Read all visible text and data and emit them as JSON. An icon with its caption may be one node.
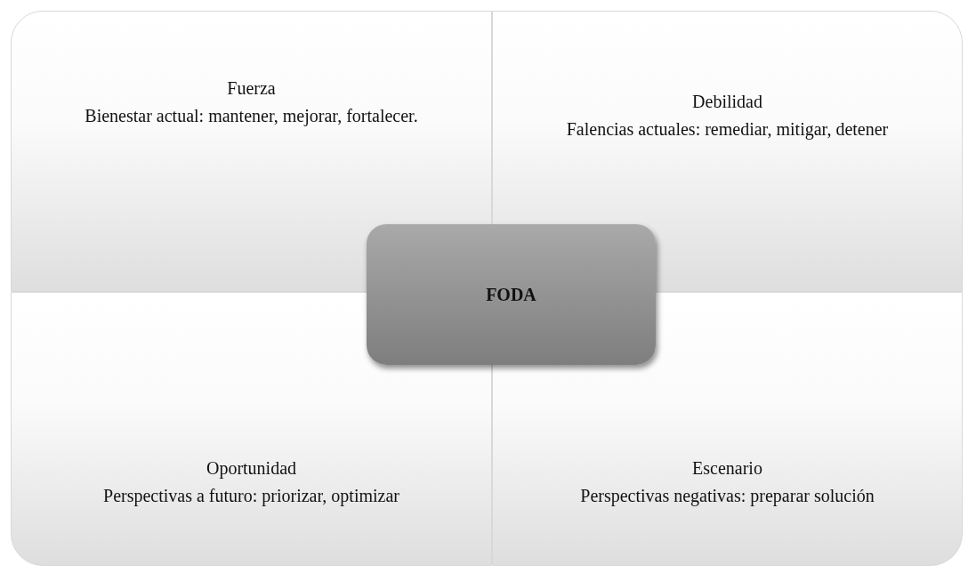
{
  "diagram": {
    "nodes": [
      {
        "text": [
          "Fuerza",
          "Bienestar actual: mantener, mejorar, fortalecer."
        ]
      },
      {
        "text": [
          "Debilidad",
          "Falencias actuales: remediar, mitigar, detener"
        ]
      },
      {
        "text": [
          "Oportunidad",
          "Perspectivas a futuro: priorizar, optimizar"
        ]
      },
      {
        "text": [
          "Escenario",
          "Perspectivas negativas: preparar solución"
        ]
      },
      {
        "text": [
          "FODA"
        ]
      }
    ],
    "edges": []
  }
}
